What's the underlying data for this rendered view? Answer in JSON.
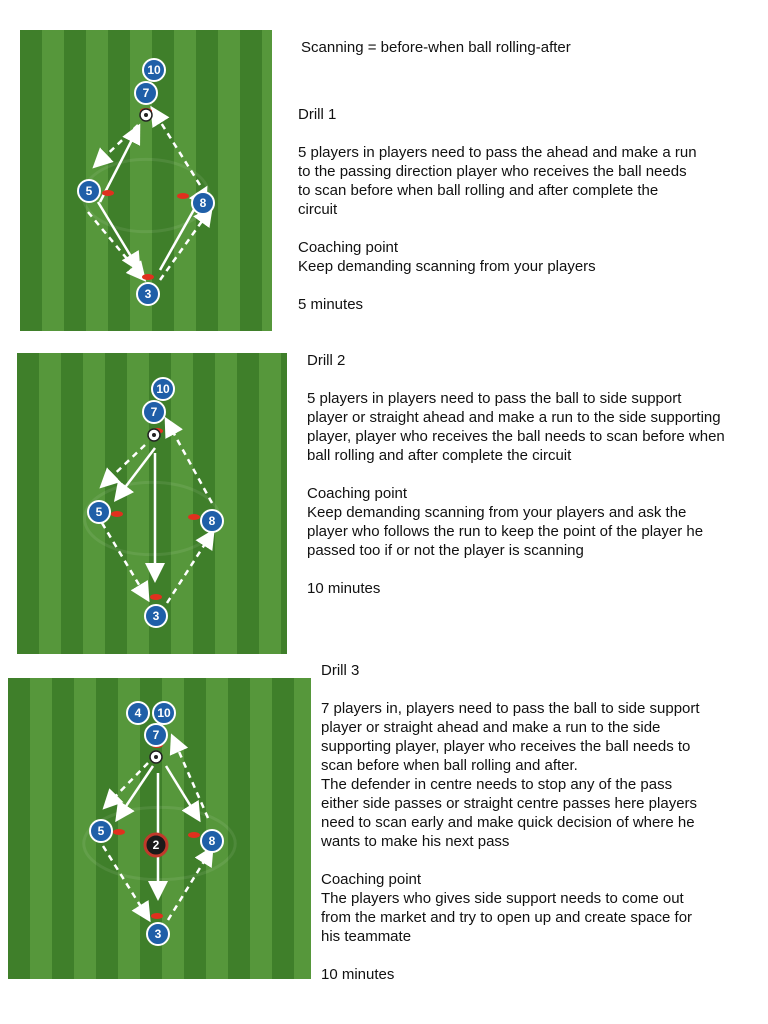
{
  "headline": "Scanning = before-when ball rolling-after",
  "colors": {
    "grass_dark": "#3f7f2a",
    "grass_light": "#56973b",
    "player_blue": "#1f5fa8",
    "defender_red": "#c0392b",
    "cone_red": "#e0301e"
  },
  "drills": [
    {
      "title": "Drill 1",
      "description": [
        "5 players in players need to pass the ahead and make a run",
        "to the passing direction player who receives the ball needs",
        "to scan before when ball rolling and after complete the",
        "circuit"
      ],
      "coaching_title": "Coaching point",
      "coaching": [
        "Keep demanding scanning from your players"
      ],
      "duration": "5 minutes",
      "players": [
        "10",
        "7",
        "5",
        "8",
        "3"
      ]
    },
    {
      "title": "Drill 2",
      "description": [
        "5 players in players need to pass the ball to side support",
        "player or straight ahead and make a run to the side supporting",
        "player, player who receives the ball needs to scan before when",
        "ball rolling and after complete the circuit"
      ],
      "coaching_title": "Coaching point",
      "coaching": [
        "Keep demanding scanning from your players and ask the",
        "player who follows the run to keep the point of the player he",
        "passed too if or not the player is scanning"
      ],
      "duration": "10 minutes",
      "players": [
        "10",
        "7",
        "5",
        "8",
        "3"
      ]
    },
    {
      "title": "Drill 3",
      "description": [
        "7 players in, players need to pass the ball to side support",
        "player or straight ahead and make a run to the side",
        "supporting  player, player who receives the ball needs to",
        "scan before when ball rolling and after.",
        "The defender in centre needs to stop any of the pass",
        "either side passes or straight centre passes here players",
        "need to scan early and make quick decision of where he",
        "wants to make his next pass"
      ],
      "coaching_title": "Coaching point",
      "coaching": [
        "The players who gives side support needs to come out",
        "from the market and try to open up and create space for",
        "his teammate"
      ],
      "duration": "10 minutes",
      "players": [
        "4",
        "10",
        "7",
        "5",
        "8",
        "3"
      ],
      "defender": "2"
    }
  ]
}
